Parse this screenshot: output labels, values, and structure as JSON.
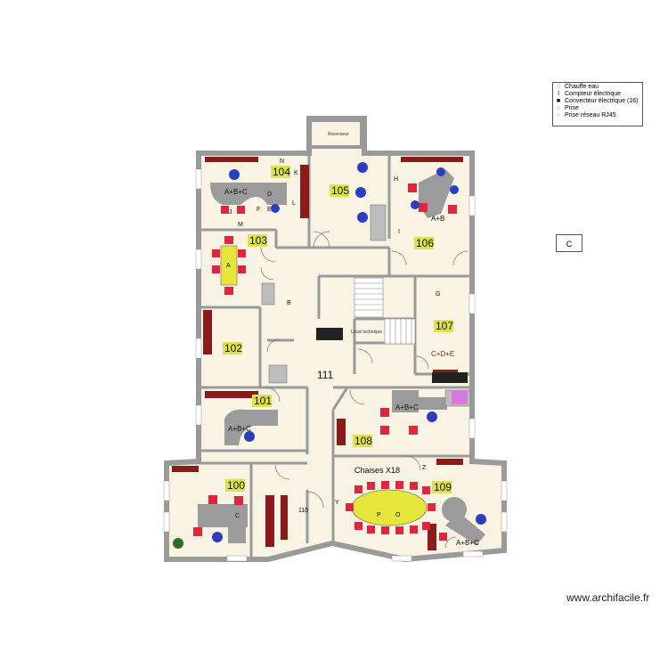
{
  "legend": {
    "items": [
      {
        "symbol": "◌",
        "label": "Chauffe eau"
      },
      {
        "symbol": "ǀ",
        "label": "Compteur électrique"
      },
      {
        "symbol": "■",
        "label": "Convecteur électrique (16)"
      },
      {
        "symbol": "◌",
        "label": "Prise"
      },
      {
        "symbol": "◌",
        "label": "Prise réseau RJ45"
      }
    ]
  },
  "side_box": "C",
  "watermark": "www.archifacile.fr",
  "rooms": {
    "ascenseur": "Ascenseur",
    "r104": "104",
    "r105": "105",
    "r106": "106",
    "r103": "103",
    "r102": "102",
    "r107": "107",
    "r101": "101",
    "r108": "108",
    "r111": "111",
    "r100": "100",
    "r109": "109",
    "r110": "110",
    "local_technique": "Local technique",
    "chaises": "Chaises X18"
  },
  "labels": {
    "abc_104": "A+B+C",
    "abc_101": "A+B+C",
    "abc_108": "A+B+C",
    "abc_100": "A+B+C",
    "ab_106": "A+B",
    "cde_107": "C+D+E",
    "letters": [
      "N",
      "K",
      "D",
      "L",
      "E",
      "F",
      "I",
      "J",
      "M",
      "A",
      "B",
      "C",
      "G",
      "H",
      "O",
      "P",
      "Z",
      "Y"
    ]
  },
  "colors": {
    "wall": "#9a9a9a",
    "floor": "#f8f3e2",
    "furniture_red": "#e0263f",
    "chair_blue": "#2a3ec0",
    "dark_red": "#8b1a1a",
    "yellow_table": "#e6e63a",
    "room_label_bg": "#dfe24a",
    "desk_grey": "#9b9b9b"
  }
}
